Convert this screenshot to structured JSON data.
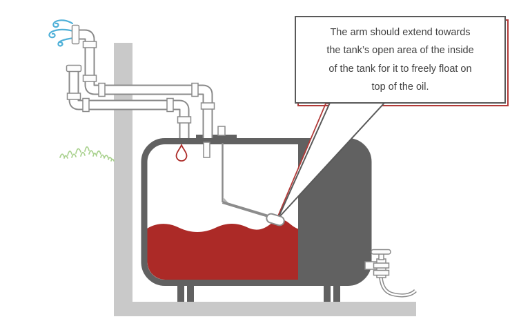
{
  "callout": {
    "lines": [
      "The arm should extend towards",
      "the tank’s open area of the inside",
      "of the tank for it to freely float on",
      "top of the oil."
    ],
    "full_text": "The arm should extend towards the tank’s open area of the inside of the tank for it to freely float on top of the oil."
  },
  "icons": {
    "air_swirls": "air-swirls-icon",
    "oil_drop": "oil-drop-icon",
    "grass": "grass-tuft-icon"
  },
  "colors": {
    "oil_red": "#ac2a27",
    "tank_gray": "#616161",
    "concrete_gray": "#c9c9c9",
    "pipe_gray": "#8a8a8a",
    "gauge_gray": "#8c8c8c",
    "blue_air": "#4fb0d8",
    "grass_green": "#a9d18e",
    "callout_border": "#595959",
    "accent_red": "#b23a38",
    "text_color": "#3f3f3f"
  }
}
